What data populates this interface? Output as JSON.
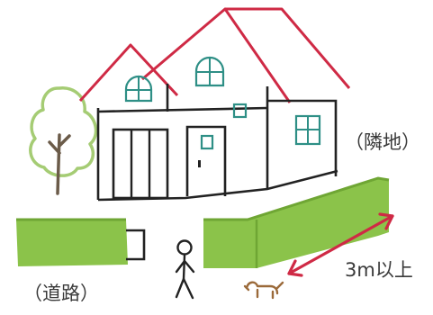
{
  "labels": {
    "neighbor_land": "（隣地）",
    "distance": "3m以上",
    "road": "（道路）"
  },
  "colors": {
    "roof": "#cf2a45",
    "outline": "#222222",
    "window": "#2e8f86",
    "hedge": "#8bc34a",
    "hedge_dark": "#6fa634",
    "tree": "#a5cc74",
    "trunk": "#6b5b49",
    "arrow": "#cf2a45",
    "dog": "#9b6a3a"
  },
  "icons": [
    "house-icon",
    "tree-icon",
    "hedge-icon",
    "person-icon",
    "dog-icon",
    "double-arrow-icon"
  ]
}
